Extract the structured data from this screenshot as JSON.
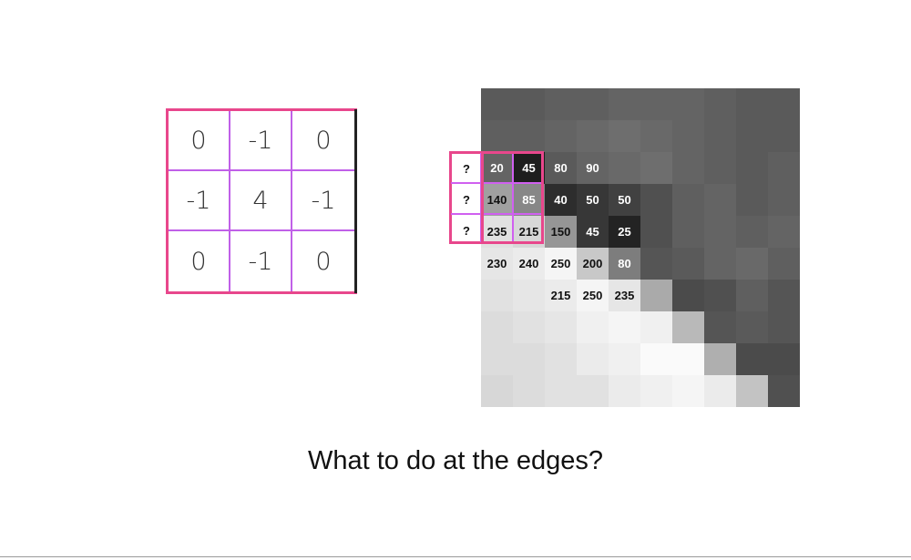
{
  "kernel": {
    "rows": [
      [
        "0",
        "-1",
        "0"
      ],
      [
        "-1",
        "4",
        "-1"
      ],
      [
        "0",
        "-1",
        "0"
      ]
    ]
  },
  "image": {
    "gray": [
      [
        90,
        90,
        95,
        95,
        100,
        100,
        100,
        95,
        90,
        90
      ],
      [
        95,
        95,
        100,
        105,
        110,
        105,
        100,
        95,
        90,
        90
      ],
      [
        100,
        30,
        90,
        100,
        105,
        110,
        100,
        95,
        90,
        95
      ],
      [
        160,
        135,
        45,
        55,
        65,
        80,
        95,
        100,
        90,
        95
      ],
      [
        225,
        215,
        150,
        55,
        35,
        80,
        95,
        100,
        95,
        100
      ],
      [
        230,
        235,
        245,
        200,
        125,
        85,
        90,
        100,
        105,
        95
      ],
      [
        225,
        230,
        235,
        245,
        230,
        170,
        75,
        80,
        95,
        85
      ],
      [
        220,
        225,
        230,
        240,
        245,
        240,
        185,
        85,
        90,
        85
      ],
      [
        220,
        220,
        225,
        235,
        240,
        250,
        250,
        175,
        75,
        75
      ],
      [
        215,
        220,
        225,
        225,
        235,
        240,
        245,
        235,
        195,
        80
      ]
    ],
    "labels": [
      {
        "row": 2,
        "col": 0,
        "text": "20"
      },
      {
        "row": 2,
        "col": 1,
        "text": "45"
      },
      {
        "row": 2,
        "col": 2,
        "text": "80"
      },
      {
        "row": 2,
        "col": 3,
        "text": "90"
      },
      {
        "row": 3,
        "col": 0,
        "text": "140"
      },
      {
        "row": 3,
        "col": 1,
        "text": "85"
      },
      {
        "row": 3,
        "col": 2,
        "text": "40"
      },
      {
        "row": 3,
        "col": 3,
        "text": "50"
      },
      {
        "row": 3,
        "col": 4,
        "text": "50"
      },
      {
        "row": 4,
        "col": 0,
        "text": "235"
      },
      {
        "row": 4,
        "col": 1,
        "text": "215"
      },
      {
        "row": 4,
        "col": 2,
        "text": "150"
      },
      {
        "row": 4,
        "col": 3,
        "text": "45"
      },
      {
        "row": 4,
        "col": 4,
        "text": "25"
      },
      {
        "row": 5,
        "col": 0,
        "text": "230"
      },
      {
        "row": 5,
        "col": 1,
        "text": "240"
      },
      {
        "row": 5,
        "col": 2,
        "text": "250"
      },
      {
        "row": 5,
        "col": 3,
        "text": "200"
      },
      {
        "row": 5,
        "col": 4,
        "text": "80"
      },
      {
        "row": 6,
        "col": 2,
        "text": "215"
      },
      {
        "row": 6,
        "col": 3,
        "text": "250"
      },
      {
        "row": 6,
        "col": 4,
        "text": "235"
      }
    ],
    "padding_labels": [
      "?",
      "?",
      "?"
    ]
  },
  "caption": "What to do at the edges?",
  "colors": {
    "outer_border": "#e8478c",
    "inner_lines": "#c060e8"
  }
}
